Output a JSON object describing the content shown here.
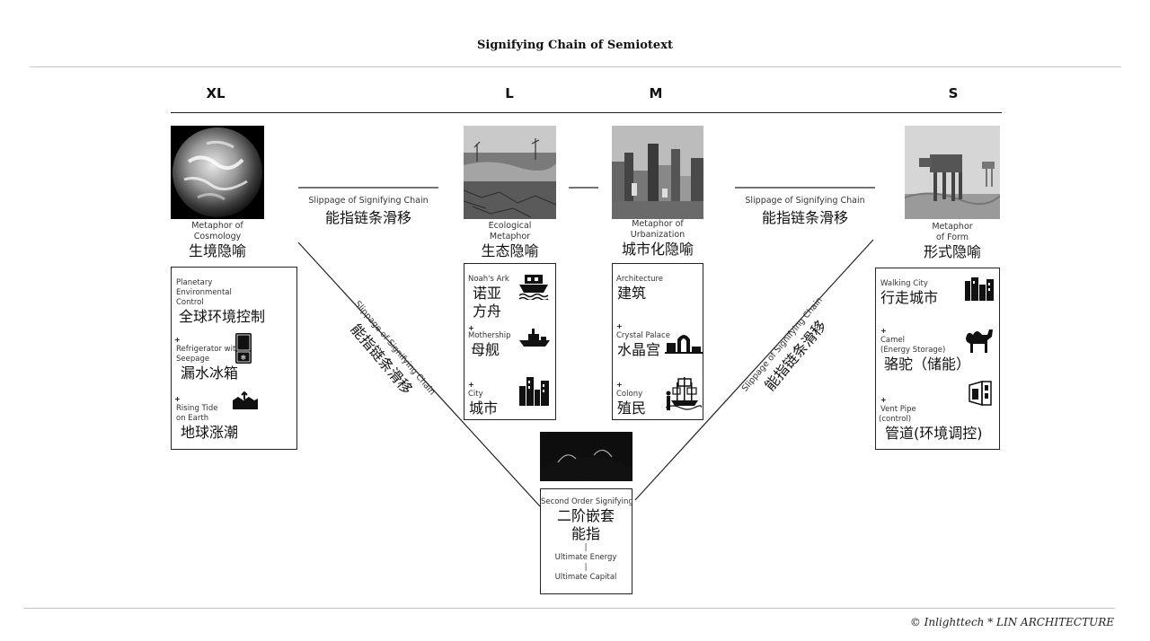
{
  "title": "Signifying Chain of Semiotext",
  "footer": "© Inlighttech * LIN ARCHITECTURE",
  "scales": {
    "xl": "XL",
    "l": "L",
    "m": "M",
    "s": "S"
  },
  "slippage_label_en": "Slippage of Signifying Chain",
  "slippage_label_zh": "能指链条滑移",
  "columns": {
    "xl": {
      "caption_en": [
        "Metaphor of",
        "Cosmology"
      ],
      "caption_zh": "生境隐喻",
      "items": [
        {
          "en": [
            "Planetary",
            "Environmental",
            "Control"
          ],
          "zh": "全球环境控制",
          "icon": "none"
        },
        {
          "en": [
            "Refrigerator with",
            "Seepage"
          ],
          "zh": "漏水冰箱",
          "icon": "refrigerator-icon"
        },
        {
          "en": [
            "Rising Tide",
            "on Earth"
          ],
          "zh": "地球涨潮",
          "icon": "rising-tide-icon"
        }
      ]
    },
    "l": {
      "caption_en": [
        "Ecological",
        "Metaphor"
      ],
      "caption_zh": "生态隐喻",
      "items": [
        {
          "en": [
            "Noah's Ark"
          ],
          "zh": [
            "诺亚",
            "方舟"
          ],
          "icon": "ark-icon"
        },
        {
          "en": [
            "Mothership"
          ],
          "zh": "母舰",
          "icon": "ship-icon"
        },
        {
          "en": [
            "City"
          ],
          "zh": "城市",
          "icon": "city-icon"
        }
      ]
    },
    "m": {
      "caption_en": [
        "Metaphor of",
        "Urbanization"
      ],
      "caption_zh": "城市化隐喻",
      "items": [
        {
          "en": [
            "Architecture"
          ],
          "zh": "建筑",
          "icon": "none"
        },
        {
          "en": [
            "Crystal Palace"
          ],
          "zh": "水晶宫",
          "icon": "crystal-palace-icon"
        },
        {
          "en": [
            "Colony"
          ],
          "zh": "殖民",
          "icon": "sailing-ship-icon"
        }
      ]
    },
    "s": {
      "caption_en": [
        "Metaphor",
        "of Form"
      ],
      "caption_zh": "形式隐喻",
      "items": [
        {
          "en": [
            "Walking City"
          ],
          "zh": "行走城市",
          "icon": "walking-city-icon"
        },
        {
          "en": [
            "Camel",
            "(Energy Storage)"
          ],
          "zh": "骆驼（储能）",
          "icon": "camel-icon"
        },
        {
          "en": [
            "Vent Pipe",
            "(control)"
          ],
          "zh": "管道(环境调控)",
          "icon": "door-icon"
        }
      ]
    }
  },
  "center": {
    "label_en": "Second Order Signifying",
    "label_zh": [
      "二阶嵌套",
      "能指"
    ],
    "sep": "|",
    "sub": [
      "Ultimate Energy",
      "Ultimate Capital"
    ]
  },
  "icons": [
    "earth-photo",
    "dry-land-photo",
    "urban-city-photo",
    "at-at-walker-photo",
    "solar-surface-photo"
  ]
}
